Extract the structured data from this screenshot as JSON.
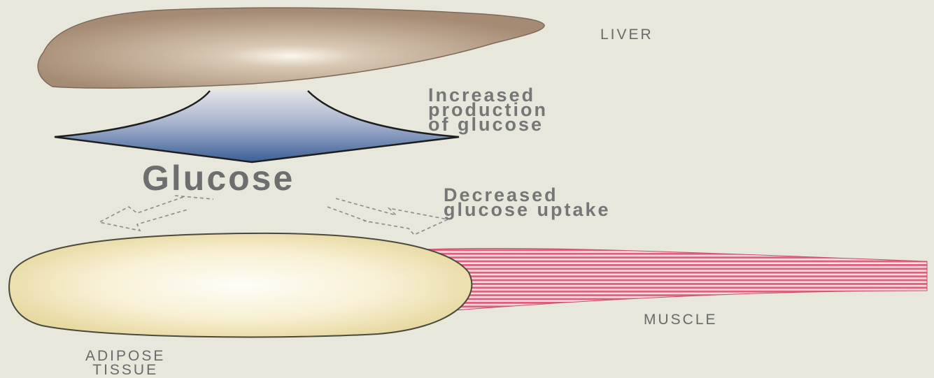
{
  "labels": {
    "liver": "LIVER",
    "increased_production": [
      "Increased",
      "production",
      "of glucose"
    ],
    "glucose": "Glucose",
    "decreased_uptake": [
      "Decreased",
      "glucose uptake"
    ],
    "muscle": "MUSCLE",
    "adipose": [
      "ADIPOSE",
      "TISSUE"
    ]
  },
  "colors": {
    "background": "#e8e7dc",
    "liver": "#a58b74",
    "arrow_blue": "#3c5f97",
    "adipose": "#f1e6bb",
    "muscle": "#e0607c",
    "label_text": "#6a6a6a"
  }
}
